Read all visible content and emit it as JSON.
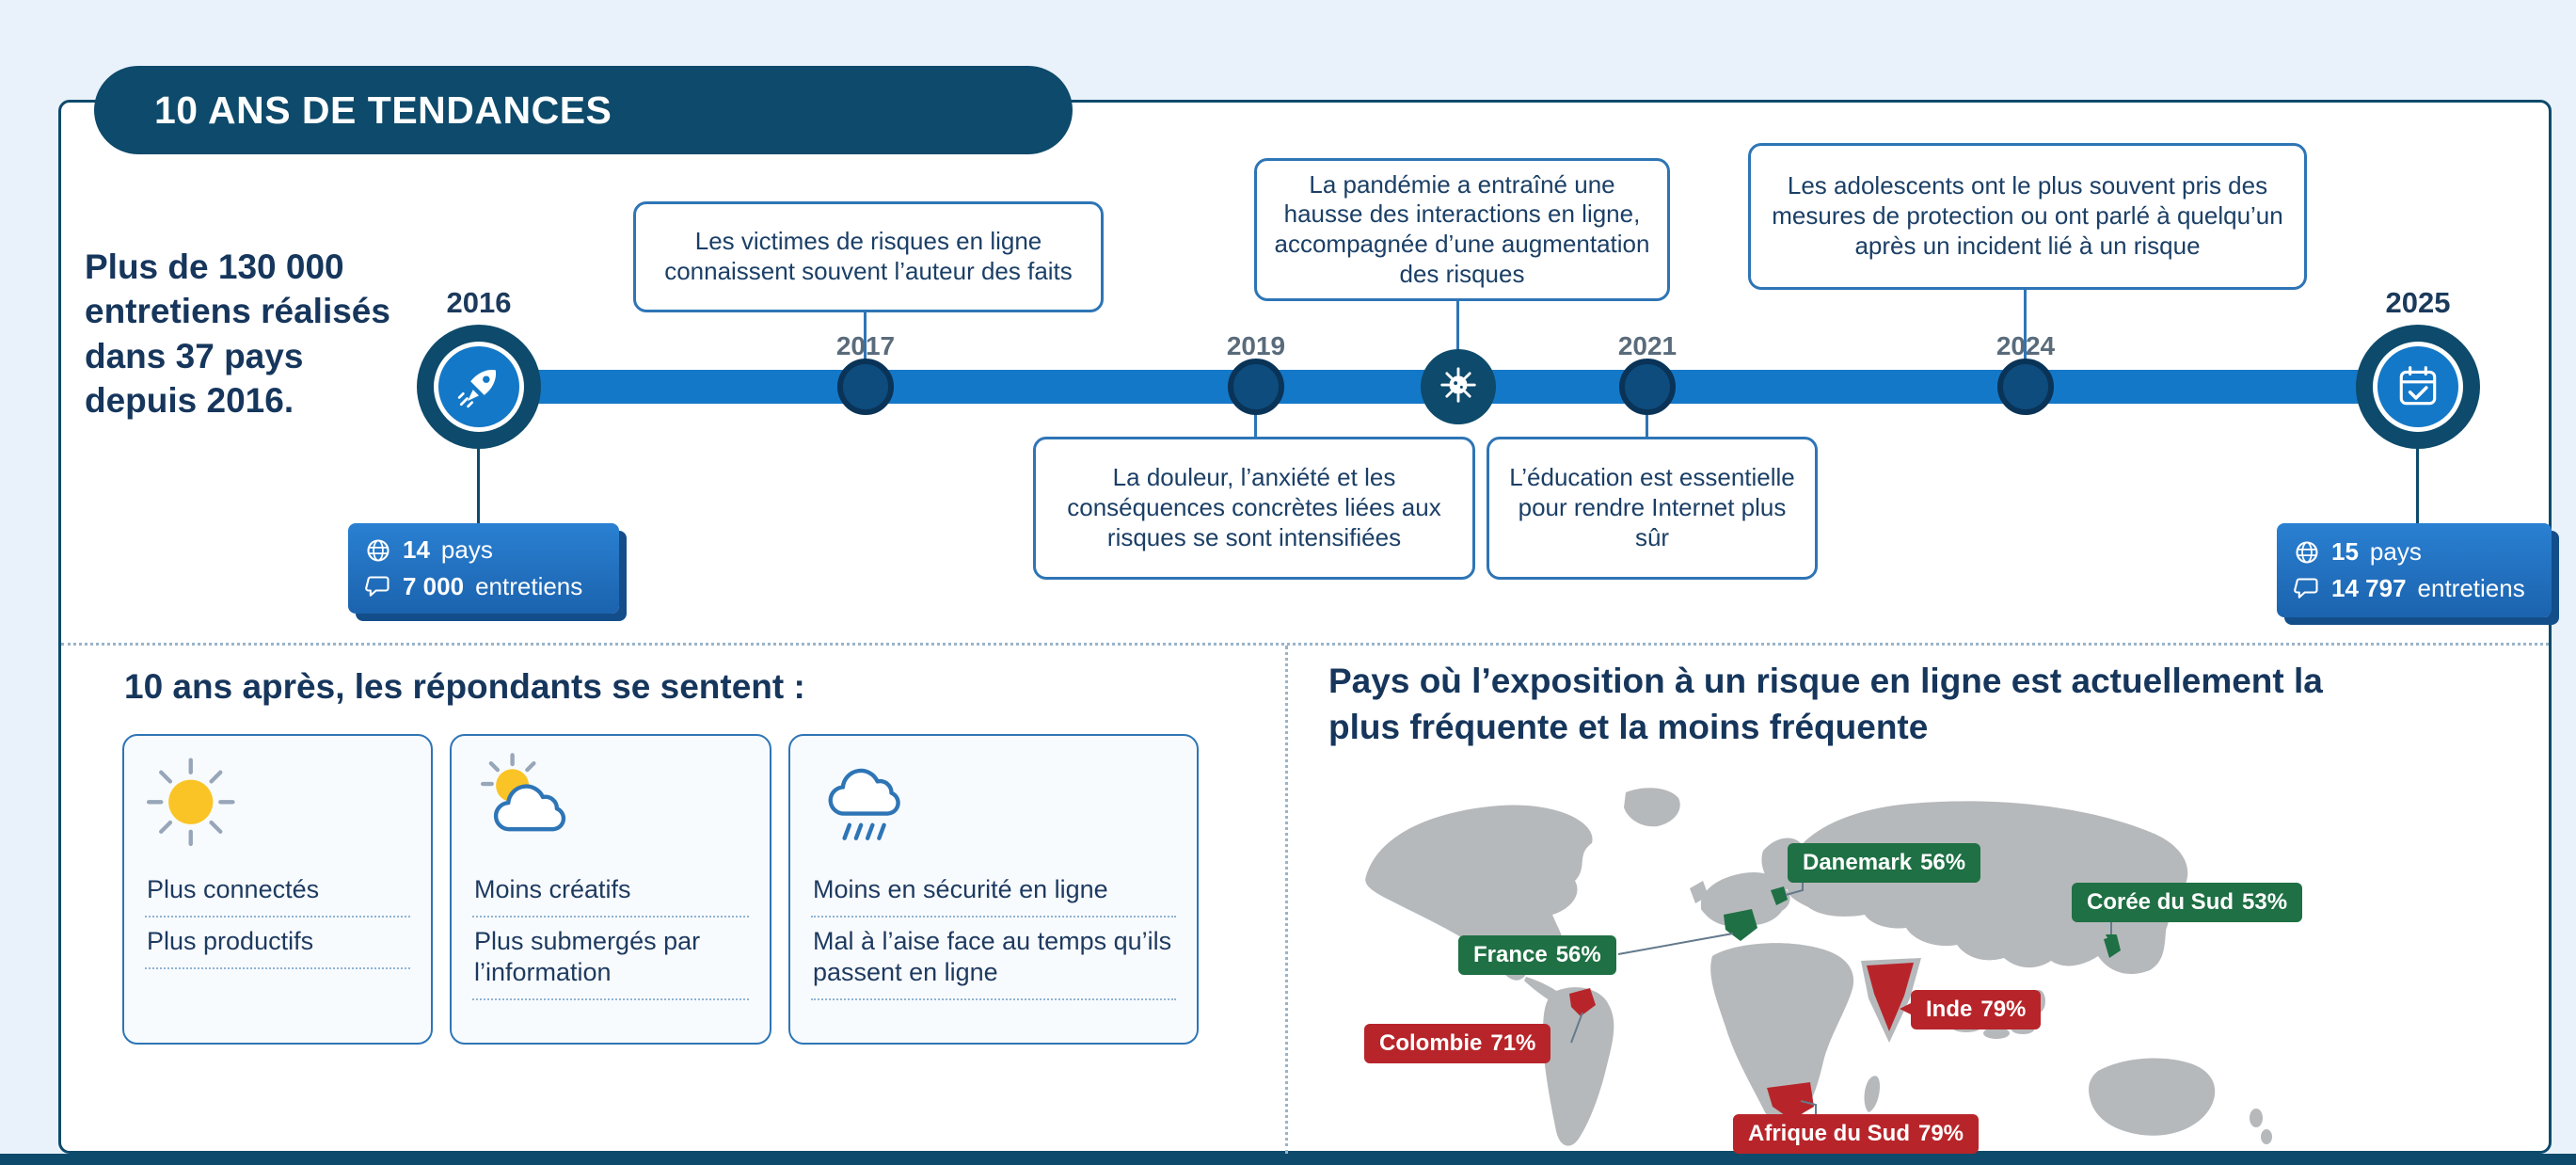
{
  "colors": {
    "navy": "#0d4a6b",
    "timeline_blue": "#1478c8",
    "callout_border": "#2e75b6",
    "stat_box_blue": "#1e6fc0",
    "green": "#1f7044",
    "red": "#b7252a",
    "background": "#e9f2fa"
  },
  "header": {
    "title": "10 ANS DE TENDANCES"
  },
  "intro": "Plus de 130 000 entretiens réalisés dans 37 pays depuis 2016.",
  "timeline": {
    "start_year": "2016",
    "end_year": "2025",
    "mid_years": [
      "2017",
      "2019",
      "2021",
      "2024"
    ],
    "node_icons": [
      "rocket",
      "virus",
      "calendar-check"
    ],
    "callouts": {
      "c2017": "Les victimes de risques en ligne connaissent souvent l’auteur des faits",
      "pandemic": "La pandémie a entraîné une hausse des interactions en ligne, accompagnée d’une augmentation des risques",
      "c2024": "Les adolescents ont le plus souvent pris des mesures de protection ou ont parlé à quelqu’un après un incident lié à un risque",
      "c2019": "La douleur, l’anxiété et les conséquences concrètes liées aux risques se sont intensifiées",
      "c2021": "L’éducation est essentielle pour rendre Internet plus sûr"
    },
    "stats_start": {
      "countries_value": "14",
      "countries_label": "pays",
      "interviews_value": "7 000",
      "interviews_label": "entretiens",
      "icons": [
        "globe",
        "chat"
      ]
    },
    "stats_end": {
      "countries_value": "15",
      "countries_label": "pays",
      "interviews_value": "14 797",
      "interviews_label": "entretiens",
      "icons": [
        "globe",
        "chat"
      ]
    }
  },
  "feelings": {
    "title": "10 ans après, les répondants se sentent :",
    "cards": [
      {
        "icon": "sun",
        "items": [
          "Plus connectés",
          "Plus productifs"
        ]
      },
      {
        "icon": "sun-cloud",
        "items": [
          "Moins créatifs",
          "Plus submergés par l’information"
        ]
      },
      {
        "icon": "rain-cloud",
        "items": [
          "Moins en sécurité en ligne",
          "Mal à l’aise face au temps qu’ils passent en ligne"
        ]
      }
    ]
  },
  "map_section": {
    "title": "Pays où l’exposition à un risque en ligne est actuellement la plus fréquente et la moins fréquente",
    "labels": [
      {
        "country": "Danemark",
        "value": "56%",
        "category": "least-frequent"
      },
      {
        "country": "Corée du Sud",
        "value": "53%",
        "category": "least-frequent"
      },
      {
        "country": "France",
        "value": "56%",
        "category": "least-frequent"
      },
      {
        "country": "Inde",
        "value": "79%",
        "category": "most-frequent"
      },
      {
        "country": "Colombie",
        "value": "71%",
        "category": "most-frequent"
      },
      {
        "country": "Afrique du Sud",
        "value": "79%",
        "category": "most-frequent"
      }
    ]
  }
}
